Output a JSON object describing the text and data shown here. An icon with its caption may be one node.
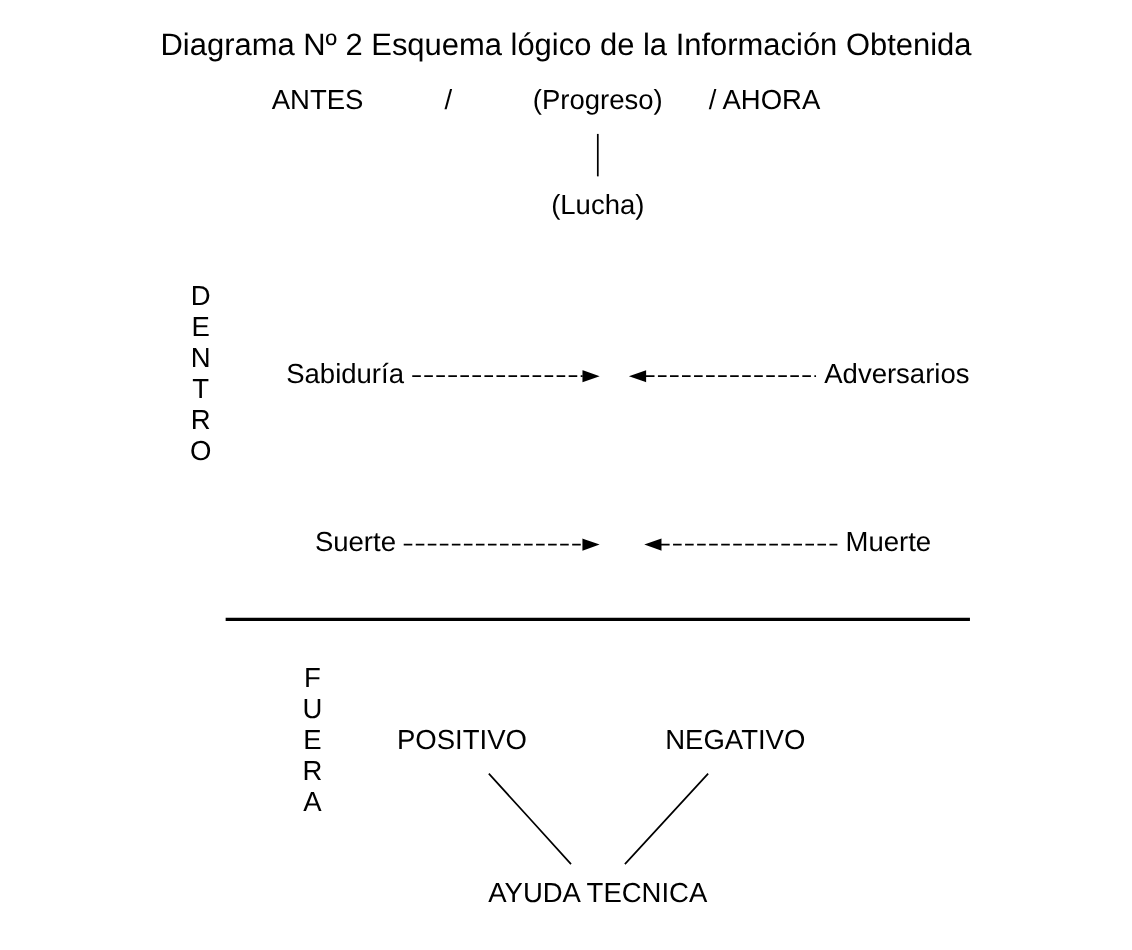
{
  "diagram": {
    "title": "Diagrama Nº 2 Esquema lógico de la Información Obtenida",
    "nodes": [
      {
        "text": [
          "(Progreso)"
        ]
      },
      {
        "text": [
          "(Lucha)"
        ]
      },
      {
        "text": [
          "Sabiduría"
        ]
      },
      {
        "text": [
          "Adversarios"
        ]
      },
      {
        "text": [
          "Suerte"
        ]
      },
      {
        "text": [
          "Muerte"
        ]
      },
      {
        "text": [
          "POSITIVO"
        ]
      },
      {
        "text": [
          "NEGATIVO"
        ]
      },
      {
        "text": [
          "AYUDA TECNICA"
        ]
      }
    ],
    "edges": [
      {
        "from": 0,
        "to": 1,
        "arrow": "none"
      },
      {
        "from": 2,
        "to": null,
        "arrow": "to",
        "style": "dashed"
      },
      {
        "from": 3,
        "to": null,
        "arrow": "to",
        "style": "dashed"
      },
      {
        "from": 4,
        "to": null,
        "arrow": "to",
        "style": "dashed"
      },
      {
        "from": 5,
        "to": null,
        "arrow": "to",
        "style": "dashed"
      },
      {
        "from": 6,
        "to": 8,
        "arrow": "none"
      },
      {
        "from": 7,
        "to": 8,
        "arrow": "none"
      }
    ],
    "labels": [
      "DENTRO",
      "ANTES",
      "/",
      "/ AHORA",
      "FUERA"
    ]
  }
}
